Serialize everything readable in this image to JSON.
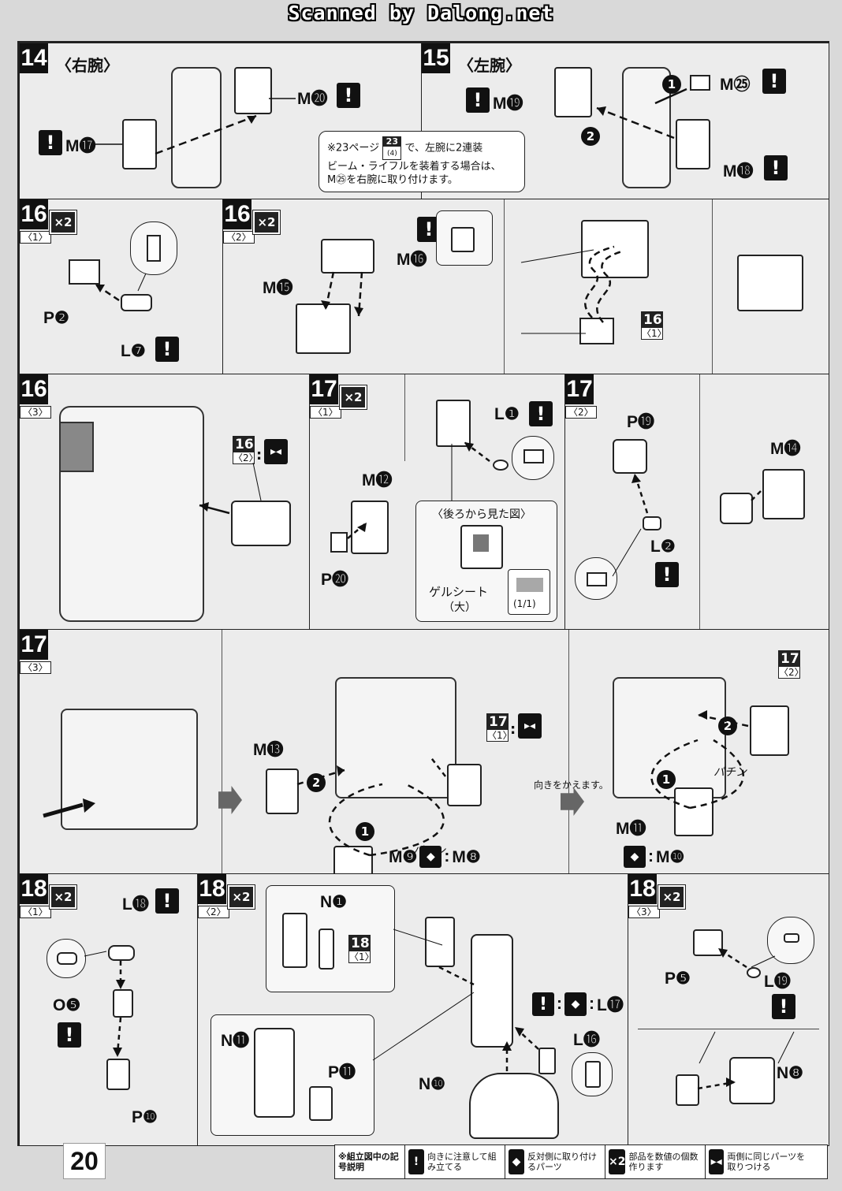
{
  "header": {
    "scan_title": "Scanned by Dalong.net"
  },
  "page_number": "20",
  "warn_glyph": "!",
  "mirror_glyph": "◆",
  "join_glyph": "▸◂",
  "panel14": {
    "step": "14",
    "title": "〈右腕〉",
    "labels": [
      "M⓴",
      "M⓱"
    ]
  },
  "panel15": {
    "step": "15",
    "title": "〈左腕〉",
    "labels": [
      "M㉕",
      "M⓳",
      "M⓲"
    ],
    "circles": [
      "1",
      "2"
    ],
    "note": [
      "※23ページ",
      "で、左腕に2連装",
      "ビーム・ライフルを装着する場合は、",
      "M㉕を右腕に取り付けます。"
    ],
    "note_ref": {
      "num": "23",
      "sub": "(4)"
    }
  },
  "panel16_1": {
    "step": "16",
    "sub": "〈1〉",
    "x2": "×2",
    "labels": [
      "P❷",
      "L❼"
    ]
  },
  "panel16_2": {
    "step": "16",
    "sub": "〈2〉",
    "x2": "×2",
    "labels": [
      "M⓯",
      "M⓰"
    ],
    "ref": {
      "num": "16",
      "sub": "〈1〉"
    }
  },
  "panel16_3": {
    "step": "16",
    "sub": "〈3〉",
    "ref": {
      "num": "16",
      "sub": "〈2〉"
    }
  },
  "panel17_1": {
    "step": "17",
    "sub": "〈1〉",
    "x2": "×2",
    "labels": [
      "L❶",
      "M⓬",
      "P⓴"
    ],
    "back_view": "〈後ろから見た図〉",
    "gel_sheet": "ゲルシート",
    "gel_size": "（大）",
    "gel_count": "(1/1)"
  },
  "panel17_2": {
    "step": "17",
    "sub": "〈2〉",
    "labels": [
      "P⓳",
      "M⓮",
      "L❷"
    ]
  },
  "panel17_3": {
    "step": "17",
    "sub": "〈3〉",
    "labels": [
      "M⓭",
      "M❾",
      "M❽",
      "M⓫",
      "M❿"
    ],
    "circles": [
      "2",
      "1",
      "2",
      "1"
    ],
    "pachin": "パチン",
    "turn_note": "向きをかえます。",
    "ref_a": {
      "num": "17",
      "sub": "〈1〉"
    },
    "ref_b": {
      "num": "17",
      "sub": "〈2〉"
    }
  },
  "panel18_1": {
    "step": "18",
    "sub": "〈1〉",
    "x2": "×2",
    "labels": [
      "L⓲",
      "O❺",
      "P❿"
    ]
  },
  "panel18_2": {
    "step": "18",
    "sub": "〈2〉",
    "x2": "×2",
    "labels": [
      "N❶",
      "N⓫",
      "P⓫",
      "N❿",
      "L⓰",
      "L⓱"
    ],
    "ref": {
      "num": "18",
      "sub": "〈1〉"
    }
  },
  "panel18_3": {
    "step": "18",
    "sub": "〈3〉",
    "x2": "×2",
    "labels": [
      "P❺",
      "L⓳",
      "N❽"
    ]
  },
  "legend": {
    "title": "※組立図中の記号説明",
    "items": [
      {
        "icon": "!",
        "text": "向きに注意して組み立てる"
      },
      {
        "icon": "◆",
        "text": "反対側に取り付けるパーツ"
      },
      {
        "icon": "×2",
        "text": "部品を数値の個数作ります"
      },
      {
        "icon": "▸◂",
        "text": "両側に同じパーツを取りつける"
      }
    ]
  }
}
